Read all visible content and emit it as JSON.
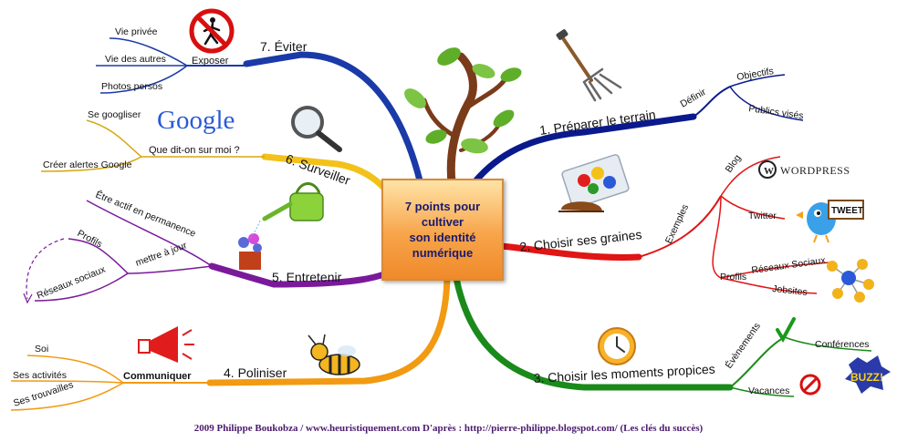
{
  "center": {
    "title": "7 points pour\ncultiver\nson identité\nnumérique"
  },
  "branches": {
    "b1": {
      "label": "1. Préparer le terrain",
      "color": "#0a1a8c",
      "sub": "Définir",
      "leaves": [
        "Objectifs",
        "Publics visés"
      ]
    },
    "b2": {
      "label": "2. Choisir ses graines",
      "color": "#e01515",
      "sub": "Exemples",
      "leaves": [
        "Blog",
        "Twitter",
        "Profils",
        "Réseaux Sociaux",
        "Jobsites"
      ]
    },
    "b3": {
      "label": "3. Choisir les moments propices",
      "color": "#1a8a1a",
      "subs": [
        "Évènements",
        "Vacances"
      ],
      "leaves": [
        "Conférences"
      ]
    },
    "b4": {
      "label": "4. Poliniser",
      "color": "#f29a12",
      "sub": "Communiquer",
      "leaves": [
        "Soi",
        "Ses activités",
        "Ses trouvailles"
      ]
    },
    "b5": {
      "label": "5. Entretenir",
      "color": "#7a1a9a",
      "subs": [
        "Être actif en permanence",
        "mettre à jour"
      ],
      "leaves": [
        "Profils",
        "Réseaux sociaux"
      ]
    },
    "b6": {
      "label": "6. Surveiller",
      "color": "#f2c21a",
      "sub": "Que dit-on sur moi ?",
      "leaves": [
        "Se googliser",
        "Créer alertes Google"
      ]
    },
    "b7": {
      "label": "7. Éviter",
      "color": "#1a3aa8",
      "sub": "Exposer",
      "leaves": [
        "Vie privée",
        "Vie des autres",
        "Photos persos"
      ]
    }
  },
  "logos": {
    "google": "Google",
    "wordpress": "WORDPRESS",
    "tweet": "TWEET",
    "buzz": "BUZZ!"
  },
  "icons": [
    "no-walking-sign-icon",
    "magnifier-icon",
    "watering-can-icon",
    "megaphone-icon",
    "bee-icon",
    "tree-icon",
    "pitchfork-icon",
    "seeds-icon",
    "clock-icon",
    "checkmark-icon",
    "no-entry-icon",
    "network-icon",
    "twitter-bird-icon"
  ],
  "footer": "2009 Philippe Boukobza  /  www.heuristiquement.com     D'après : http://pierre-philippe.blogspot.com/ (Les clés du succès)"
}
